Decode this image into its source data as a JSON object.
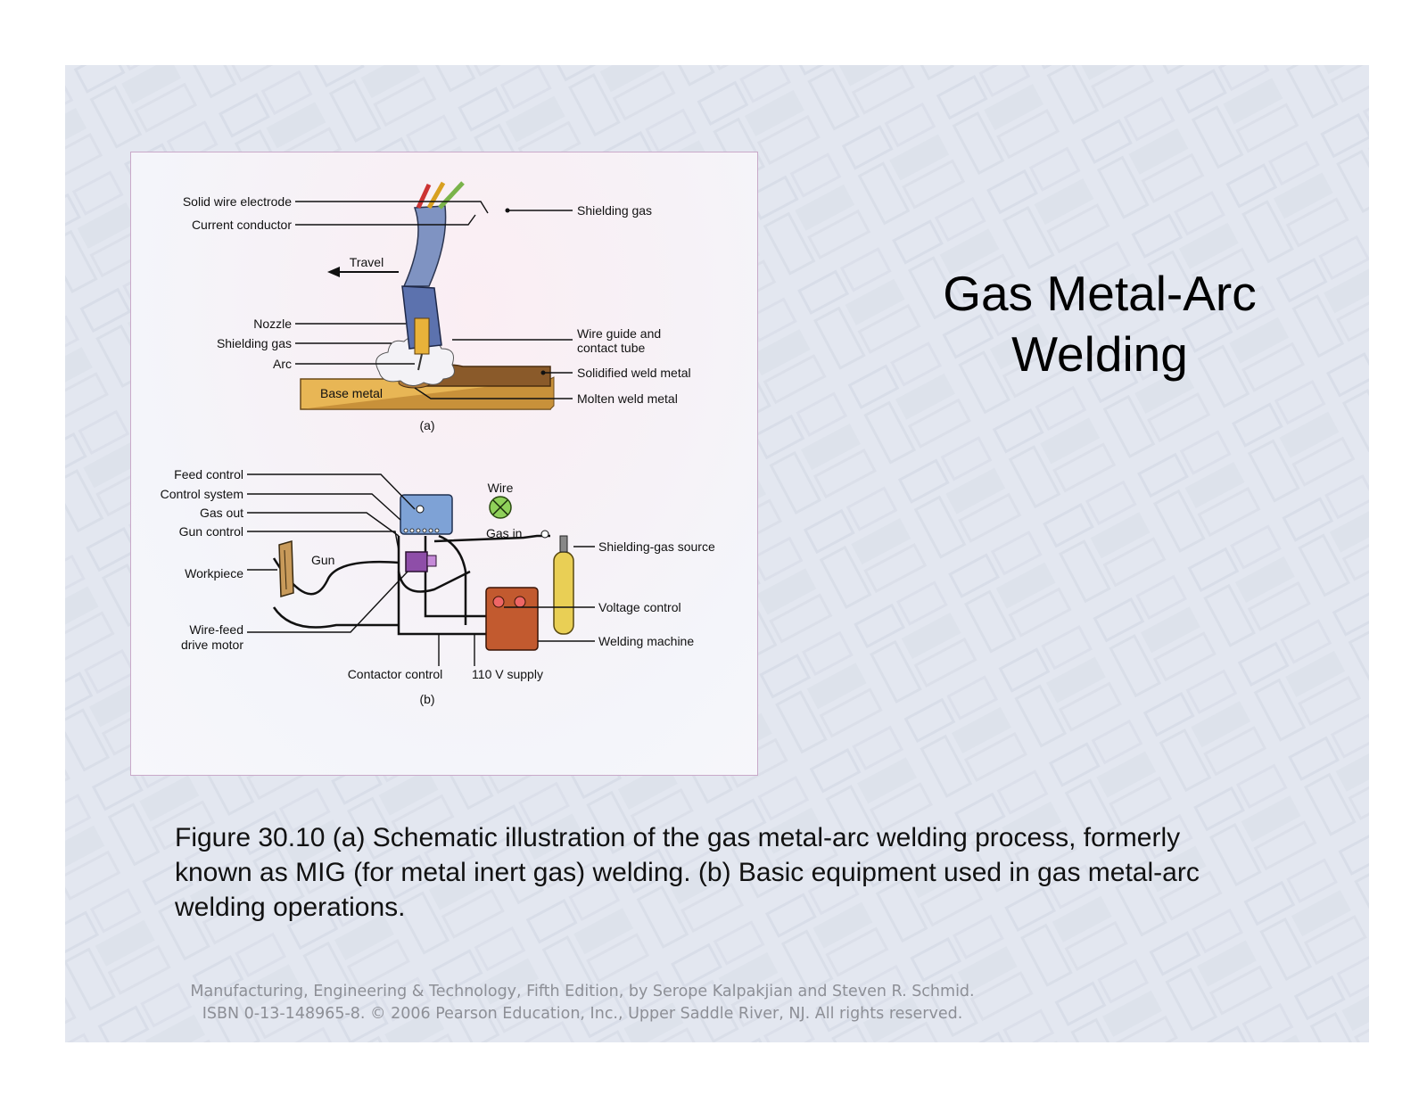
{
  "slide": {
    "title_line1": "Gas Metal-Arc",
    "title_line2": "Welding",
    "caption": "Figure 30.10  (a) Schematic illustration of the gas metal-arc welding process, formerly known as MIG (for metal inert gas) welding. (b)  Basic equipment used in gas metal-arc welding operations.",
    "credit_line1": "Manufacturing, Engineering & Technology, Fifth Edition, by Serope Kalpakjian and Steven R. Schmid.",
    "credit_line2": "ISBN 0-13-148965-8. © 2006 Pearson Education, Inc., Upper Saddle River, NJ.  All rights reserved."
  },
  "figure_a": {
    "solid_wire_electrode": "Solid wire electrode",
    "current_conductor": "Current conductor",
    "travel": "Travel",
    "nozzle": "Nozzle",
    "shielding_gas_left": "Shielding gas",
    "arc": "Arc",
    "base_metal": "Base metal",
    "shielding_gas_right": "Shielding gas",
    "wire_guide_1": "Wire guide and",
    "wire_guide_2": "contact tube",
    "solidified_weld_metal": "Solidified weld metal",
    "molten_weld_metal": "Molten weld metal",
    "panel_label": "(a)"
  },
  "figure_b": {
    "feed_control": "Feed control",
    "control_system": "Control system",
    "gas_out": "Gas out",
    "gun_control": "Gun control",
    "workpiece": "Workpiece",
    "gun": "Gun",
    "wire_feed_1": "Wire-feed",
    "wire_feed_2": "drive motor",
    "wire": "Wire",
    "gas_in": "Gas in",
    "shielding_gas_source": "Shielding-gas source",
    "voltage_control": "Voltage control",
    "welding_machine": "Welding machine",
    "contactor_control": "Contactor control",
    "supply": "110 V supply",
    "panel_label": "(b)"
  },
  "colors": {
    "slide_background": "#e3e7f0",
    "frame_border": "#c9a9c9",
    "base_metal": "#e8b655",
    "weld_metal": "#8a5a2a",
    "torch": "#7f93c2",
    "welding_machine": "#c25a2f",
    "gas_cylinder": "#e9cf55",
    "credits_text": "#8d8f96"
  }
}
